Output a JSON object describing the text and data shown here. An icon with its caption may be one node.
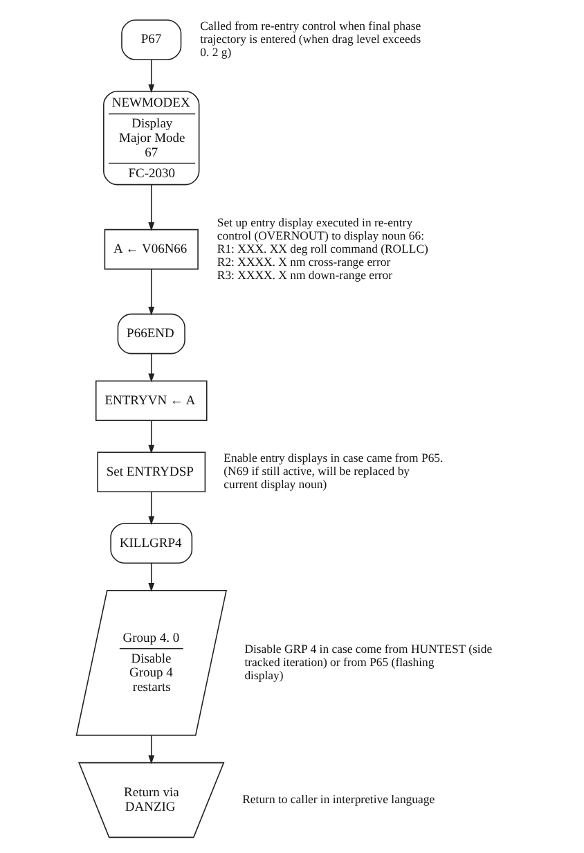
{
  "diagram": {
    "nodes": [
      {
        "text": [
          "P67"
        ],
        "beside": [
          "Called from re-entry control when final phase trajectory is entered (when drag level exceeds 0. 2 g)"
        ]
      },
      {
        "text": [
          "NEWMODEX",
          "Display Major Mode 67",
          "FC-2030"
        ]
      },
      {
        "text": [
          "A ← V06N66"
        ],
        "beside": [
          "Set up entry display executed in re-entry control (OVERNOUT) to display noun 66:",
          "R1: XXX. XX deg roll command (ROLLC)",
          "R2: XXXX. X nm cross-range error",
          "R3: XXXX. X nm down-range error"
        ]
      },
      {
        "text": [
          "P66END"
        ]
      },
      {
        "text": [
          "ENTRYVN ← A"
        ]
      },
      {
        "text": [
          "Set ENTRYDSP"
        ],
        "beside": [
          "Enable entry displays in case came from P65. (N69 if still active, will be replaced by current display noun)"
        ]
      },
      {
        "text": [
          "KILLGRP4"
        ]
      },
      {
        "text": [
          "Group 4. 0",
          "Disable Group 4 restarts"
        ],
        "beside": [
          "Disable GRP 4 in case come from HUNTEST (side tracked iteration) or from P65 (flashing display)"
        ]
      },
      {
        "text": [
          "Return via DANZIG"
        ],
        "beside": [
          "Return to caller in interpretive language"
        ]
      }
    ],
    "edges": [
      {
        "from": 0,
        "to": 1,
        "arrow": "to"
      },
      {
        "from": 1,
        "to": 2,
        "arrow": "to"
      },
      {
        "from": 2,
        "to": 3,
        "arrow": "to"
      },
      {
        "from": 3,
        "to": 4,
        "arrow": "to"
      },
      {
        "from": 4,
        "to": 5,
        "arrow": "to"
      },
      {
        "from": 5,
        "to": 6,
        "arrow": "to"
      },
      {
        "from": 6,
        "to": 7,
        "arrow": "to"
      },
      {
        "from": 7,
        "to": 8,
        "arrow": "to"
      }
    ]
  }
}
